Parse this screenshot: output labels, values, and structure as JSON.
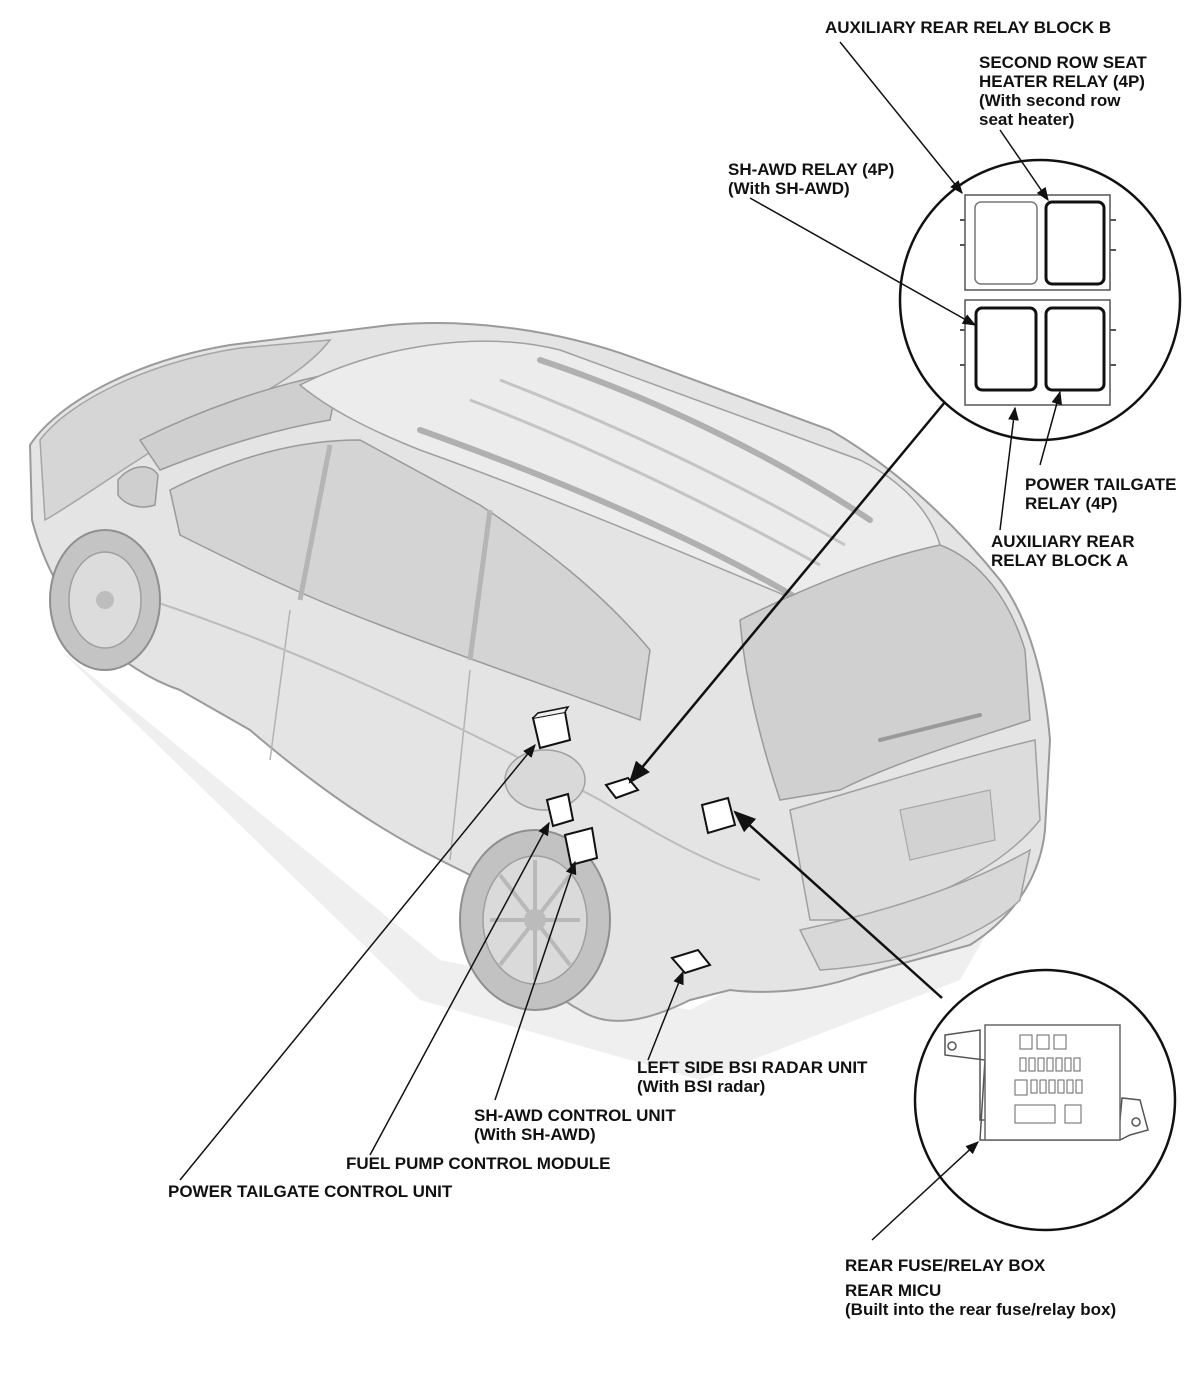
{
  "colors": {
    "ink": "#111111",
    "car_body": "#e3e3e3",
    "car_shadow": "#c9c9c9",
    "car_outline": "#8a8a8a",
    "glass": "#d2d2d2"
  },
  "labels": {
    "aux_rear_relay_block_b": [
      "AUXILIARY REAR RELAY BLOCK B"
    ],
    "second_row_seat_heater_relay": [
      "SECOND ROW SEAT",
      "HEATER RELAY (4P)",
      "(With second row",
      "seat heater)"
    ],
    "sh_awd_relay": [
      "SH-AWD RELAY (4P)",
      "(With SH-AWD)"
    ],
    "power_tailgate_relay": [
      "POWER TAILGATE",
      "RELAY (4P)"
    ],
    "aux_rear_relay_block_a": [
      "AUXILIARY REAR",
      "RELAY BLOCK A"
    ],
    "left_side_bsi_radar_unit": [
      "LEFT SIDE BSI RADAR UNIT",
      "(With BSI radar)"
    ],
    "sh_awd_control_unit": [
      "SH-AWD CONTROL UNIT",
      "(With SH-AWD)"
    ],
    "fuel_pump_control_module": [
      "FUEL PUMP CONTROL MODULE"
    ],
    "power_tailgate_control_unit": [
      "POWER TAILGATE CONTROL UNIT"
    ],
    "rear_fuse_relay_box": [
      "REAR FUSE/RELAY BOX"
    ],
    "rear_micu": [
      "REAR MICU",
      "(Built into the rear fuse/relay box)"
    ]
  }
}
